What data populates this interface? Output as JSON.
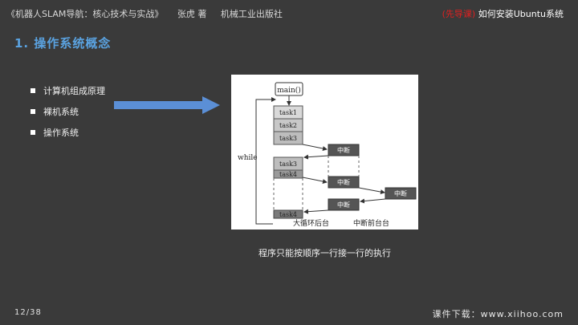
{
  "header": {
    "book_title": "《机器人SLAM导航：核心技术与实战》",
    "author": "张虎 著",
    "publisher": "机械工业出版社",
    "tag": "(先导课)",
    "lesson": "如何安装Ubuntu系统"
  },
  "section_title": "1. 操作系统概念",
  "bullets": [
    {
      "label": "计算机组成原理"
    },
    {
      "label": "裸机系统"
    },
    {
      "label": "操作系统"
    }
  ],
  "diagram": {
    "main_label": "main()",
    "tasks": [
      "task1",
      "task2",
      "task3",
      "task3",
      "task4",
      "task4"
    ],
    "loop_label": "while",
    "interrupt_label": "中断",
    "bg_caption": "大循环后台",
    "fg_caption": "中断前台台"
  },
  "caption": "程序只能按顺序一行接一行的执行",
  "footer": {
    "page": "12/38",
    "download": "课件下载：www.xiihoo.com"
  }
}
